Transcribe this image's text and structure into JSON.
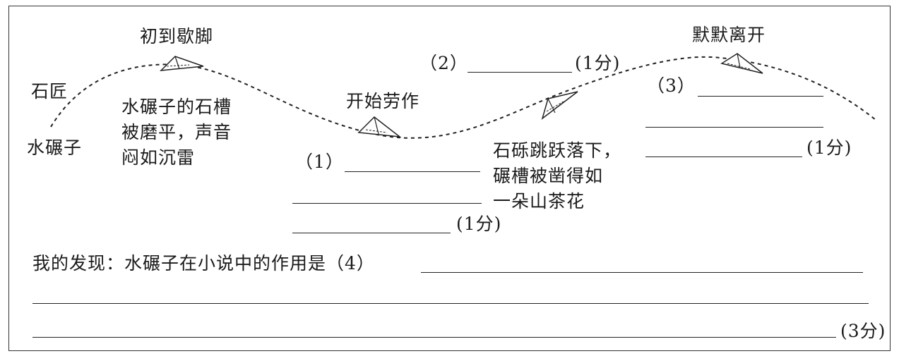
{
  "stages": {
    "start_line1": "石匠",
    "start_line2": "水碾子",
    "stage1_title": "初到歇脚",
    "stage1_desc1": "水碾子的石槽",
    "stage1_desc2": "被磨平，声音",
    "stage1_desc3": "闷如沉雷",
    "stage2_title": "开始劳作",
    "stage3_desc1": "石砾跳跃落下，",
    "stage3_desc2": "碾槽被凿得如",
    "stage3_desc3": "一朵山茶花",
    "stage4_title": "默默离开"
  },
  "blanks": {
    "q1_label": "（1）",
    "q1_score": "(1分)",
    "q2_label": "（2）",
    "q2_score": "(1分)",
    "q3_label": "（3）",
    "q3_score": "(1分)"
  },
  "discovery": {
    "prompt": "我的发现：水碾子在小说中的作用是（4）",
    "score": "(3分)"
  }
}
